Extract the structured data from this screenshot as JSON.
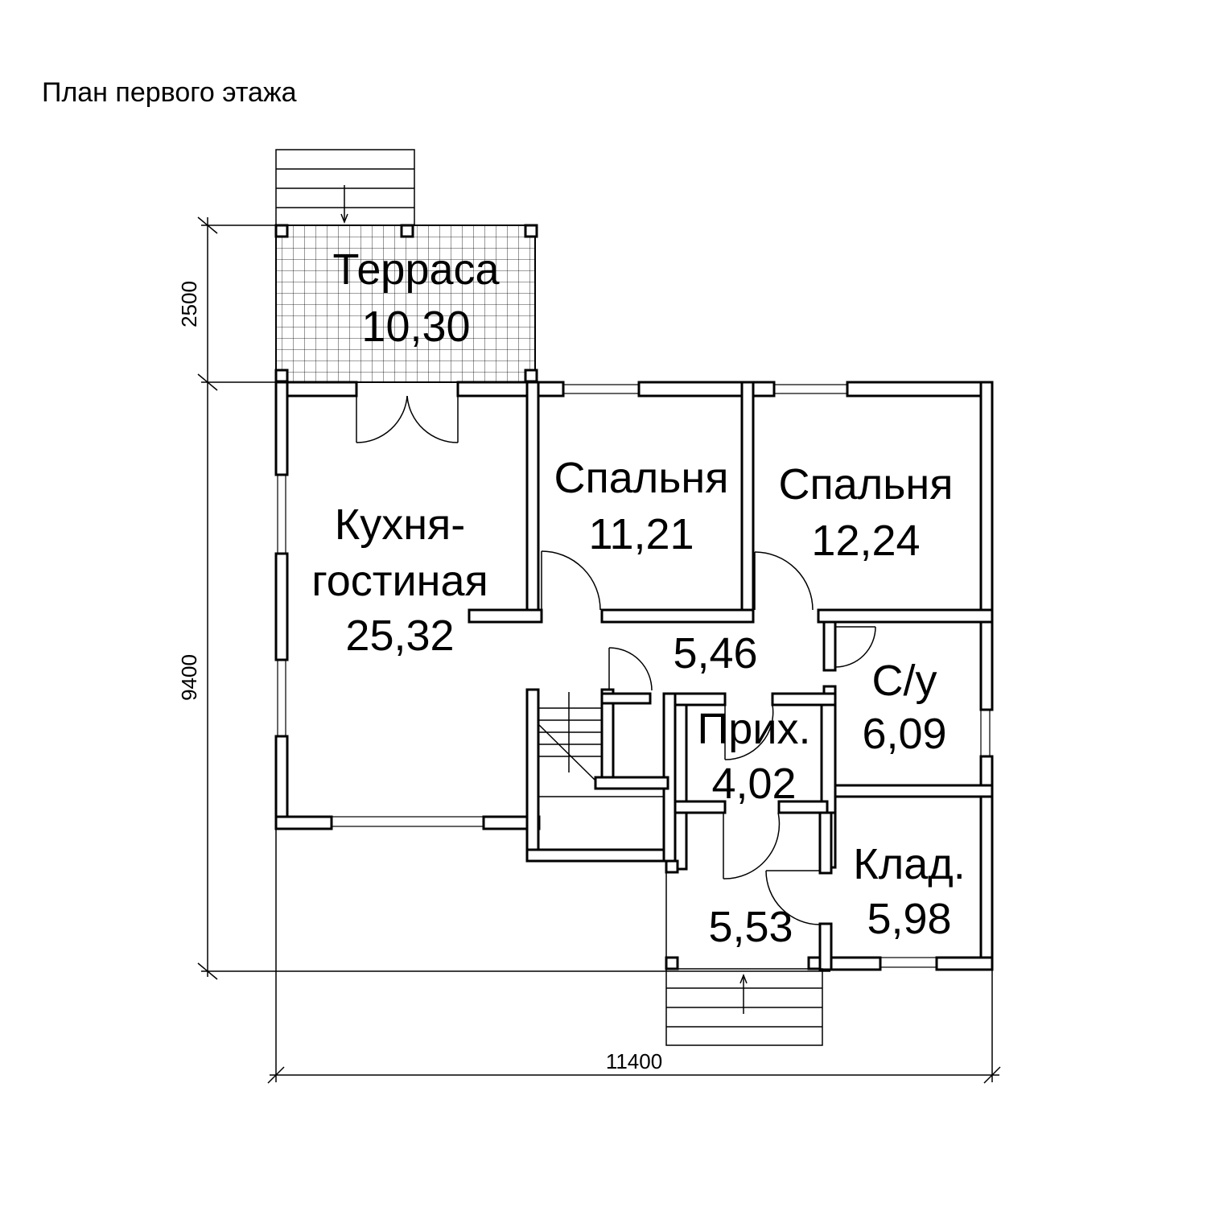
{
  "title": "План первого этажа",
  "rooms": {
    "terrace": {
      "name": "Терраса",
      "area": "10,30"
    },
    "kitchen": {
      "name1": "Кухня-",
      "name2": "гостиная",
      "area": "25,32"
    },
    "bedroom1": {
      "name": "Спальня",
      "area": "11,21"
    },
    "bedroom2": {
      "name": "Спальня",
      "area": "12,24"
    },
    "hall": {
      "area": "5,46"
    },
    "bathroom": {
      "name": "С/у",
      "area": "6,09"
    },
    "entry": {
      "name": "Прих.",
      "area": "4,02"
    },
    "storage": {
      "name": "Клад.",
      "area": "5,98"
    },
    "vestibule": {
      "area": "5,53"
    }
  },
  "dimensions": {
    "terrace_depth": "2500",
    "house_depth": "9400",
    "house_width": "11400"
  }
}
